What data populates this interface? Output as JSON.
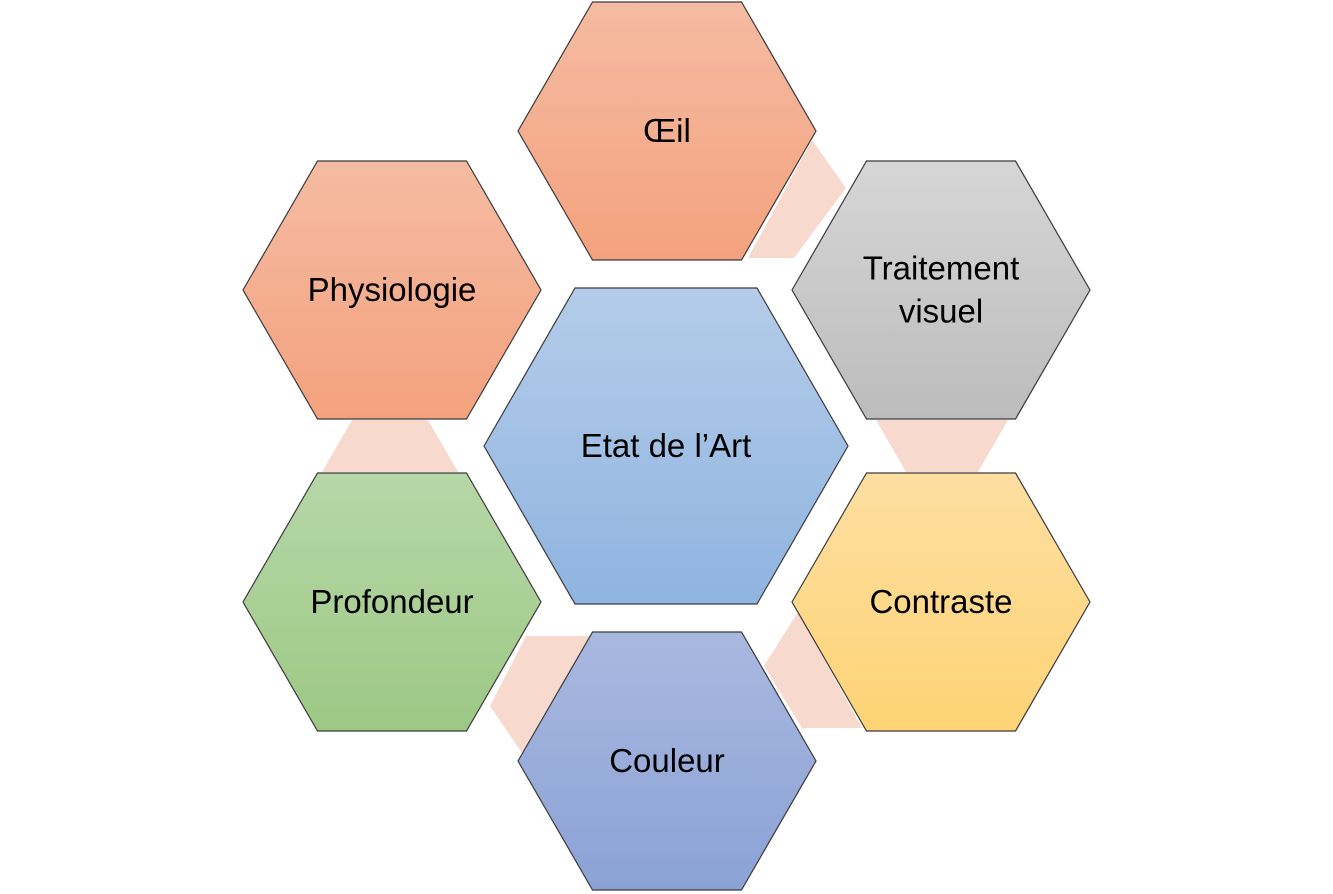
{
  "diagram": {
    "center": {
      "label": [
        "Etat de l’Art"
      ],
      "color_top": "#b4cce9",
      "color_bottom": "#8fb4e0"
    },
    "nodes": [
      {
        "id": "oeil",
        "label": [
          "Œil"
        ],
        "color_top": "#f5bba3",
        "color_bottom": "#f4a27d"
      },
      {
        "id": "traitement-visuel",
        "label": [
          "Traitement",
          "visuel"
        ],
        "color_top": "#d6d6d6",
        "color_bottom": "#bcbcbc"
      },
      {
        "id": "contraste",
        "label": [
          "Contraste"
        ],
        "color_top": "#fedfa2",
        "color_bottom": "#fed375"
      },
      {
        "id": "couleur",
        "label": [
          "Couleur"
        ],
        "color_top": "#a9b8df",
        "color_bottom": "#8ba2d6"
      },
      {
        "id": "profondeur",
        "label": [
          "Profondeur"
        ],
        "color_top": "#b6d7a8",
        "color_bottom": "#9dc884"
      },
      {
        "id": "physiologie",
        "label": [
          "Physiologie"
        ],
        "color_top": "#f5bba3",
        "color_bottom": "#f4a27d"
      }
    ],
    "connector_color": "#f8d9cd",
    "outline_color": "#3a3a3a"
  }
}
